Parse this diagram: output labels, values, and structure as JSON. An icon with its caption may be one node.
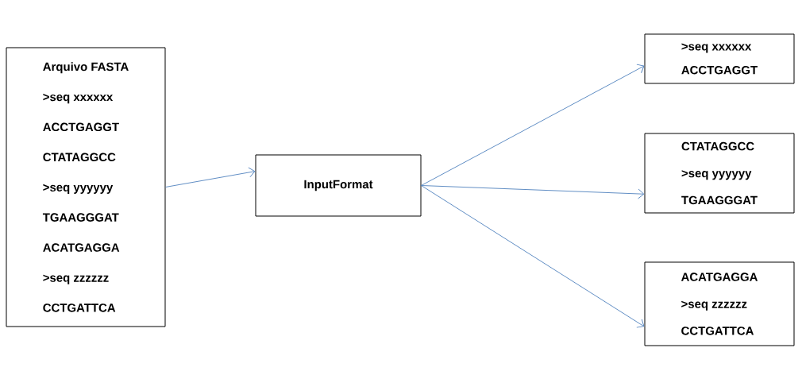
{
  "diagram": {
    "nodes": [
      {
        "text": [
          "Arquivo FASTA",
          ">seq xxxxxx",
          "ACCTGAGGT",
          "CTATAGGCC",
          ">seq yyyyyy",
          "TGAAGGGAT",
          "ACATGAGGA",
          ">seq zzzzzz",
          "CCTGATTCA"
        ]
      },
      {
        "text": [
          "InputFormat"
        ]
      },
      {
        "text": [
          ">seq xxxxxx",
          "ACCTGAGGT"
        ]
      },
      {
        "text": [
          "CTATAGGCC",
          ">seq yyyyyy",
          "TGAAGGGAT"
        ]
      },
      {
        "text": [
          "ACATGAGGA",
          ">seq zzzzzz",
          "CCTGATTCA"
        ]
      }
    ],
    "edges": [
      {
        "from": 0,
        "to": 1,
        "arrow": "to"
      },
      {
        "from": 1,
        "to": 2,
        "arrow": "to"
      },
      {
        "from": 1,
        "to": 3,
        "arrow": "to"
      },
      {
        "from": 1,
        "to": 4,
        "arrow": "to"
      }
    ]
  }
}
